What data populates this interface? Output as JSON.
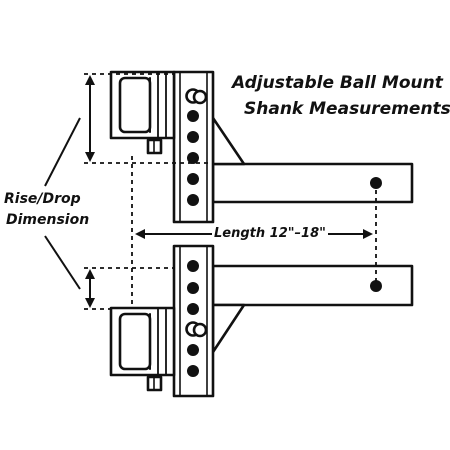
{
  "title": {
    "line1": "Adjustable Ball Mount",
    "line2": "Shank Measurements"
  },
  "labels": {
    "rise_drop_line1": "Rise/Drop",
    "rise_drop_line2": "Dimension",
    "length": "Length 12\"–18\""
  },
  "colors": {
    "line": "#111111",
    "fill": "#ffffff"
  }
}
